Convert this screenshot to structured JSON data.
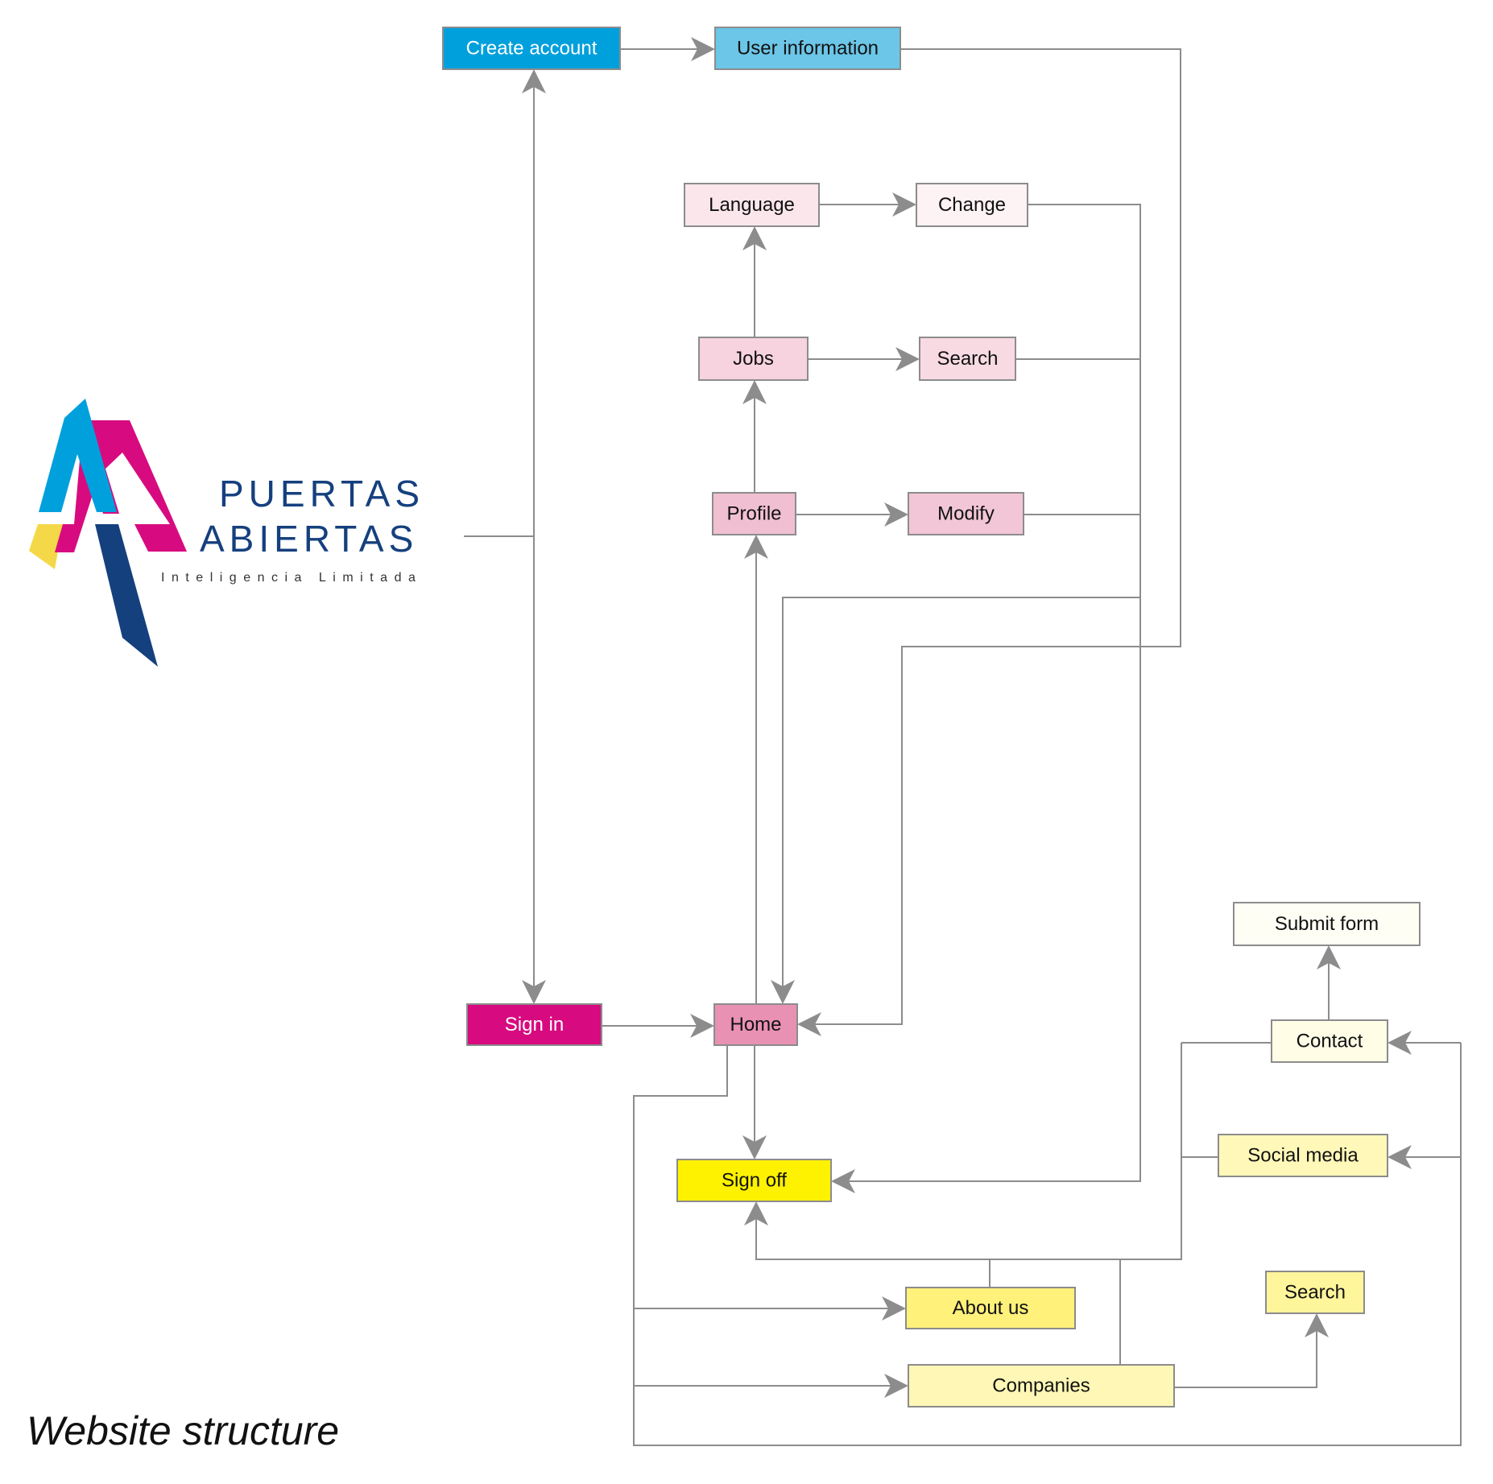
{
  "diagram": {
    "title": "Website structure",
    "logo": {
      "line1": "PUERTAS",
      "line2": "ABIERTAS",
      "tagline": "Inteligencia Limitada",
      "colors": {
        "cyan": "#00a0dc",
        "magenta": "#d70b7f",
        "navy": "#15407e",
        "yellow": "#f5d848"
      }
    },
    "nodes": [
      {
        "id": "create-account",
        "label": "Create account",
        "fill": "#00a0dc",
        "text_color": "#ffffff"
      },
      {
        "id": "user-information",
        "label": "User information",
        "fill": "#6cc6e8",
        "text_color": "#111111"
      },
      {
        "id": "language",
        "label": "Language",
        "fill": "#fbe6ec",
        "text_color": "#111111"
      },
      {
        "id": "change",
        "label": "Change",
        "fill": "#fdf2f4",
        "text_color": "#111111"
      },
      {
        "id": "jobs",
        "label": "Jobs",
        "fill": "#f6d3de",
        "text_color": "#111111"
      },
      {
        "id": "jobs-search",
        "label": "Search",
        "fill": "#f8dae3",
        "text_color": "#111111"
      },
      {
        "id": "profile",
        "label": "Profile",
        "fill": "#f0bfd2",
        "text_color": "#111111"
      },
      {
        "id": "modify",
        "label": "Modify",
        "fill": "#f2c6d6",
        "text_color": "#111111"
      },
      {
        "id": "sign-in",
        "label": "Sign in",
        "fill": "#d70b7f",
        "text_color": "#ffffff"
      },
      {
        "id": "home",
        "label": "Home",
        "fill": "#e891b3",
        "text_color": "#111111"
      },
      {
        "id": "sign-off",
        "label": "Sign off",
        "fill": "#fff200",
        "text_color": "#111111"
      },
      {
        "id": "submit-form",
        "label": "Submit form",
        "fill": "#fffef4",
        "text_color": "#111111"
      },
      {
        "id": "contact",
        "label": "Contact",
        "fill": "#fffde6",
        "text_color": "#111111"
      },
      {
        "id": "social-media",
        "label": "Social media",
        "fill": "#fff8b8",
        "text_color": "#111111"
      },
      {
        "id": "about-us",
        "label": "About us",
        "fill": "#fff17a",
        "text_color": "#111111"
      },
      {
        "id": "companies",
        "label": "Companies",
        "fill": "#fff7b5",
        "text_color": "#111111"
      },
      {
        "id": "companies-search",
        "label": "Search",
        "fill": "#fff59a",
        "text_color": "#111111"
      }
    ],
    "edges": [
      {
        "from": "create-account",
        "to": "user-information"
      },
      {
        "from": "user-information",
        "to": "home"
      },
      {
        "from": "language",
        "to": "change"
      },
      {
        "from": "change",
        "to": "sign-off"
      },
      {
        "from": "jobs",
        "to": "language"
      },
      {
        "from": "jobs",
        "to": "jobs-search"
      },
      {
        "from": "jobs-search",
        "to": "sign-off"
      },
      {
        "from": "profile",
        "to": "jobs"
      },
      {
        "from": "profile",
        "to": "modify"
      },
      {
        "from": "modify",
        "to": "sign-off"
      },
      {
        "from": "logo",
        "to": "create-account"
      },
      {
        "from": "logo",
        "to": "sign-in"
      },
      {
        "from": "sign-in",
        "to": "home"
      },
      {
        "from": "home",
        "to": "profile"
      },
      {
        "from": "modify",
        "to": "home"
      },
      {
        "from": "home",
        "to": "sign-off"
      },
      {
        "from": "home",
        "to": "about-us"
      },
      {
        "from": "home",
        "to": "companies"
      },
      {
        "from": "home",
        "to": "contact"
      },
      {
        "from": "home",
        "to": "social-media"
      },
      {
        "from": "about-us",
        "to": "sign-off"
      },
      {
        "from": "companies",
        "to": "sign-off"
      },
      {
        "from": "contact",
        "to": "sign-off"
      },
      {
        "from": "social-media",
        "to": "sign-off"
      },
      {
        "from": "contact",
        "to": "submit-form"
      },
      {
        "from": "companies",
        "to": "companies-search"
      }
    ]
  }
}
